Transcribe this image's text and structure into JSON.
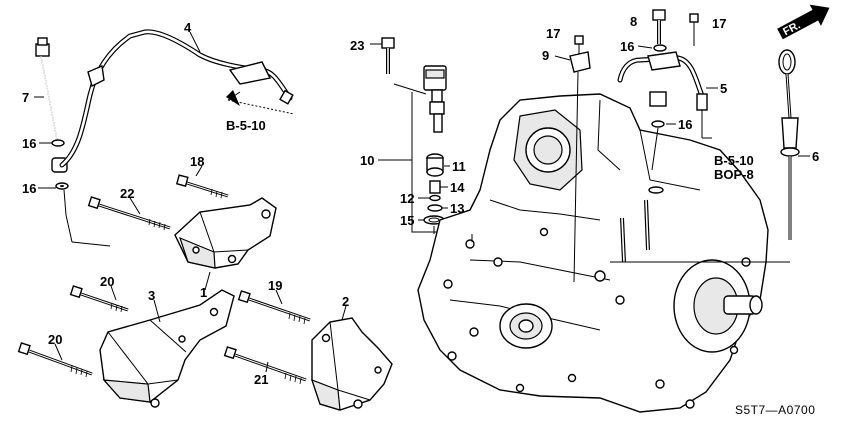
{
  "callouts": [
    {
      "id": "c1",
      "text": "1"
    },
    {
      "id": "c2",
      "text": "2"
    },
    {
      "id": "c3",
      "text": "3"
    },
    {
      "id": "c4",
      "text": "4"
    },
    {
      "id": "c5",
      "text": "5"
    },
    {
      "id": "c6",
      "text": "6"
    },
    {
      "id": "c7",
      "text": "7"
    },
    {
      "id": "c8",
      "text": "8"
    },
    {
      "id": "c9",
      "text": "9"
    },
    {
      "id": "c10",
      "text": "10"
    },
    {
      "id": "c11",
      "text": "11"
    },
    {
      "id": "c12",
      "text": "12"
    },
    {
      "id": "c13",
      "text": "13"
    },
    {
      "id": "c14",
      "text": "14"
    },
    {
      "id": "c15",
      "text": "15"
    },
    {
      "id": "c16a",
      "text": "16"
    },
    {
      "id": "c16b",
      "text": "16"
    },
    {
      "id": "c16c",
      "text": "16"
    },
    {
      "id": "c16d",
      "text": "16"
    },
    {
      "id": "c17a",
      "text": "17"
    },
    {
      "id": "c17b",
      "text": "17"
    },
    {
      "id": "c18",
      "text": "18"
    },
    {
      "id": "c19",
      "text": "19"
    },
    {
      "id": "c20a",
      "text": "20"
    },
    {
      "id": "c20b",
      "text": "20"
    },
    {
      "id": "c21",
      "text": "21"
    },
    {
      "id": "c22",
      "text": "22"
    },
    {
      "id": "c23",
      "text": "23"
    }
  ],
  "references": {
    "left": "B-5-10",
    "right_top": "B-5-10",
    "right_bottom": "BOP-8"
  },
  "direction_label": "FR.",
  "diagram_code": "S5T7—A0700",
  "icons": {
    "direction": "fr-arrow-icon"
  }
}
